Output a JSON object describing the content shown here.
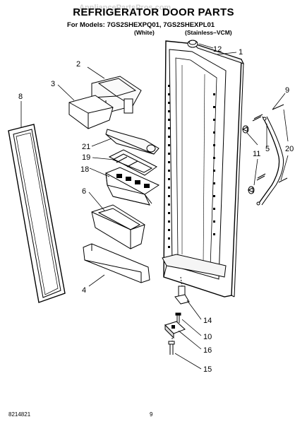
{
  "header": {
    "title": "REFRIGERATOR DOOR PARTS",
    "watermark": "AppliancePartsPros.com",
    "models_line": "For Models: 7GS2SHEXPQ01, 7GS2SHEXPL01",
    "variant_white": "(White)",
    "variant_stainless": "(Stainless–VCM)"
  },
  "callouts": [
    "1",
    "2",
    "3",
    "4",
    "5",
    "6",
    "8",
    "9",
    "10",
    "11",
    "12",
    "14",
    "15",
    "16",
    "18",
    "19",
    "20",
    "21"
  ],
  "footer": {
    "doc_number": "8214821",
    "page_number": "9"
  }
}
